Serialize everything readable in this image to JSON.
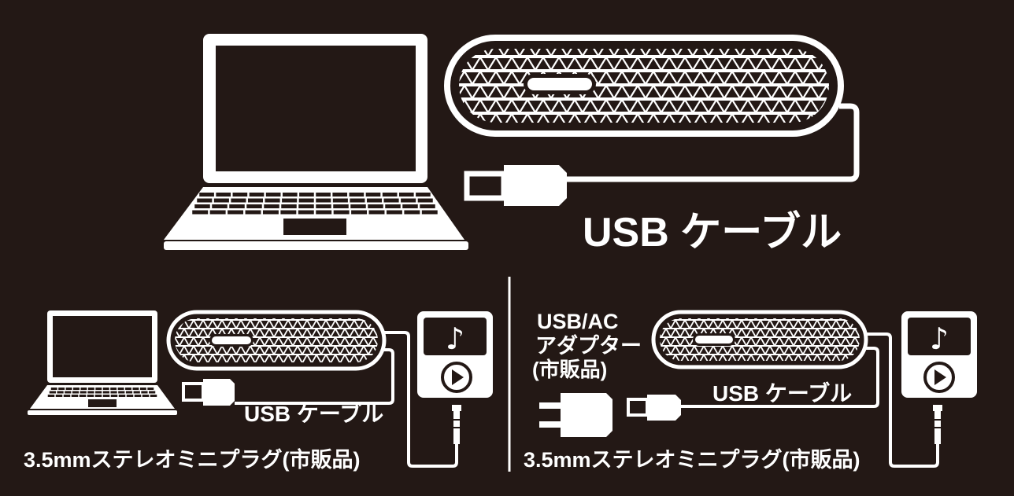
{
  "colors": {
    "background": "#231815",
    "foreground": "#ffffff"
  },
  "top": {
    "cable_label": "USB ケーブル"
  },
  "bottom_left": {
    "usb_cable_label": "USB ケーブル",
    "plug_label": "3.5mmステレオミニプラグ(市販品)"
  },
  "bottom_right": {
    "adapter_label_line1": "USB/AC",
    "adapter_label_line2": "アダプター",
    "adapter_label_line3": "(市販品)",
    "usb_cable_label": "USB ケーブル",
    "plug_label": "3.5mmステレオミニプラグ(市販品)"
  },
  "icons": [
    "laptop-icon",
    "speaker-icon",
    "usb-plug-icon",
    "music-player-icon",
    "music-note-icon",
    "play-icon",
    "audio-jack-icon",
    "ac-adapter-icon"
  ]
}
